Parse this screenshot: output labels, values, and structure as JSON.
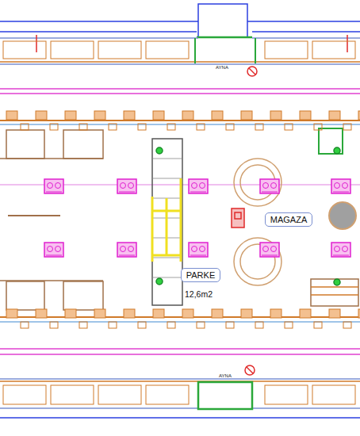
{
  "diagram": {
    "nodes": [
      {
        "text": [
          "MAGAZA"
        ]
      },
      {
        "text": [
          "PARKE"
        ]
      }
    ],
    "labels": [
      "12,6m2",
      "AYNA",
      "AYNA"
    ]
  }
}
